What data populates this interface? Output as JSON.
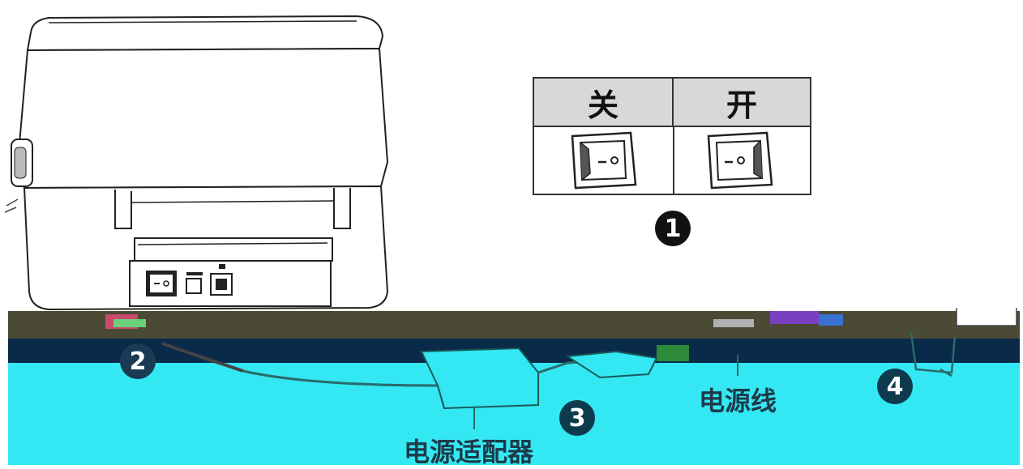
{
  "switch_table": {
    "off_label": "关",
    "on_label": "开"
  },
  "steps": {
    "step1": "1",
    "step2": "2",
    "step3": "3",
    "step4": "4"
  },
  "labels": {
    "power_adapter": "电源适配器",
    "power_cord": "电源线"
  },
  "colors": {
    "band_dark": "#4a4a35",
    "band_navy": "#0a2a4a",
    "band_cyan": "#33e8f2",
    "badge": "#1a1a1a",
    "line": "#333333"
  }
}
